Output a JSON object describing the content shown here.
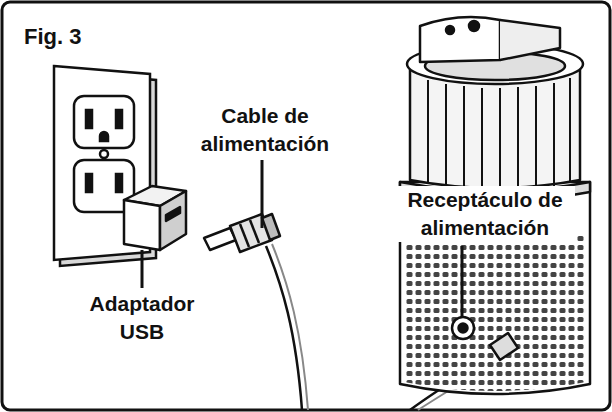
{
  "diagram": {
    "title": "Fig. 3",
    "labels": [
      "Cable de alimentación",
      "Receptáculo de alimentación",
      "Adaptador USB"
    ]
  }
}
